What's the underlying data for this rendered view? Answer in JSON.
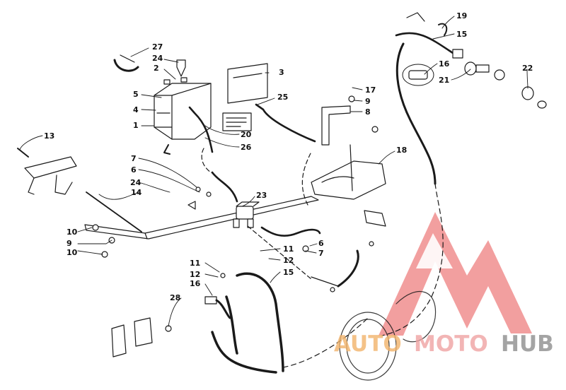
{
  "diagram": {
    "callouts": [
      {
        "id": "c27",
        "text": "27"
      },
      {
        "id": "c24a",
        "text": "24"
      },
      {
        "id": "c2",
        "text": "2"
      },
      {
        "id": "c3",
        "text": "3"
      },
      {
        "id": "c5",
        "text": "5"
      },
      {
        "id": "c4",
        "text": "4"
      },
      {
        "id": "c1",
        "text": "1"
      },
      {
        "id": "c25",
        "text": "25"
      },
      {
        "id": "c20",
        "text": "20"
      },
      {
        "id": "c26",
        "text": "26"
      },
      {
        "id": "c13",
        "text": "13"
      },
      {
        "id": "c7a",
        "text": "7"
      },
      {
        "id": "c6a",
        "text": "6"
      },
      {
        "id": "c24b",
        "text": "24"
      },
      {
        "id": "c14",
        "text": "14"
      },
      {
        "id": "c23",
        "text": "23"
      },
      {
        "id": "c10a",
        "text": "10"
      },
      {
        "id": "c9a",
        "text": "9"
      },
      {
        "id": "c10b",
        "text": "10"
      },
      {
        "id": "c11a",
        "text": "11"
      },
      {
        "id": "c12a",
        "text": "12"
      },
      {
        "id": "c16a",
        "text": "16"
      },
      {
        "id": "c28",
        "text": "28"
      },
      {
        "id": "c6b",
        "text": "6"
      },
      {
        "id": "c11b",
        "text": "11"
      },
      {
        "id": "c7b",
        "text": "7"
      },
      {
        "id": "c12b",
        "text": "12"
      },
      {
        "id": "c15a",
        "text": "15"
      },
      {
        "id": "c17",
        "text": "17"
      },
      {
        "id": "c9b",
        "text": "9"
      },
      {
        "id": "c8",
        "text": "8"
      },
      {
        "id": "c18",
        "text": "18"
      },
      {
        "id": "c19",
        "text": "19"
      },
      {
        "id": "c15b",
        "text": "15"
      },
      {
        "id": "c16b",
        "text": "16"
      },
      {
        "id": "c21",
        "text": "21"
      },
      {
        "id": "c22",
        "text": "22"
      }
    ]
  },
  "watermark": {
    "part1": "AUTO",
    "part2": "MOTO",
    "part3": "HUB",
    "color_auto": "#f2b36b",
    "color_moto": "#f0a3a3",
    "color_hub": "#8e8e8e",
    "color_triangle": "#ee7f7f"
  }
}
